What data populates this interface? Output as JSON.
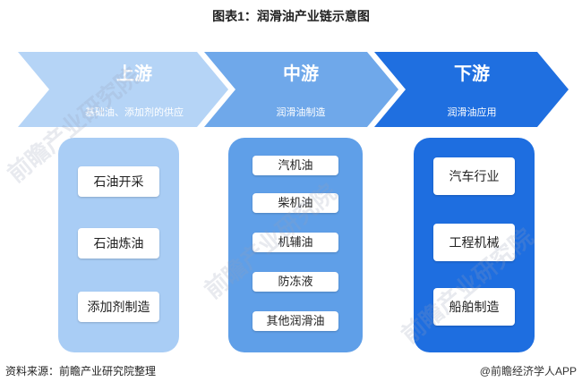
{
  "title": "图表1：润滑油产业链示意图",
  "stages": [
    {
      "name": "上游",
      "desc": "基础油、添加剂的供应",
      "color": "#a9cdf5",
      "items": [
        "石油开采",
        "石油炼油",
        "添加剂制造"
      ]
    },
    {
      "name": "中游",
      "desc": "润滑油制造",
      "color": "#5f9fe8",
      "items": [
        "汽机油",
        "柴机油",
        "机辅油",
        "防冻液",
        "其他润滑油"
      ]
    },
    {
      "name": "下游",
      "desc": "润滑油应用",
      "color": "#1e6ee0",
      "items": [
        "汽车行业",
        "工程机械",
        "船舶制造"
      ]
    }
  ],
  "source": "资料来源：前瞻产业研究院整理",
  "brand": "@前瞻经济学人APP",
  "watermark": "前瞻产业研究院"
}
